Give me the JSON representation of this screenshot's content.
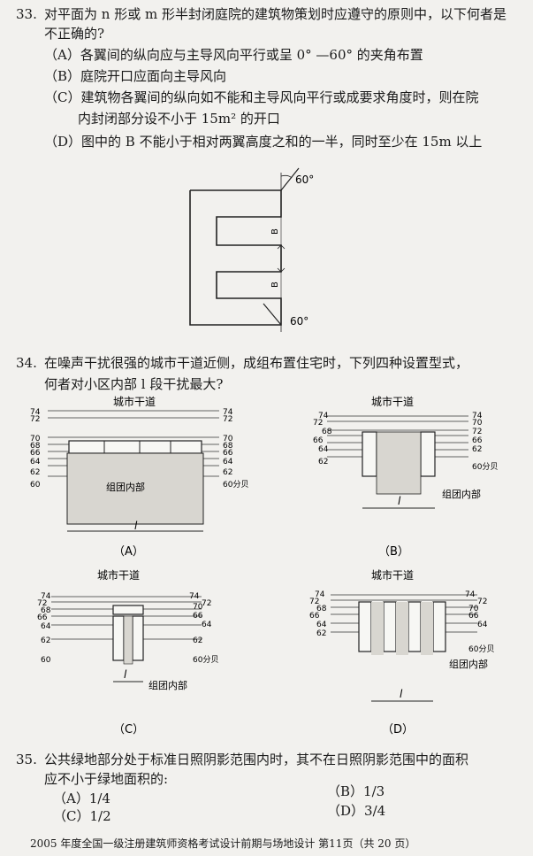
{
  "q33": {
    "num": "33.",
    "stem1": "对平面为 n 形或 m 形半封闭庭院的建筑物策划时应遵守的原则中，以下何者是",
    "stem2": "不正确的?",
    "a": "（A）各翼间的纵向应与主导风向平行或呈 0° —60° 的夹角布置",
    "b": "（B）庭院开口应面向主导风向",
    "c1": "（C）建筑物各翼间的纵向如不能和主导风向平行或成要求角度时，则在院",
    "c2": "内封闭部分设不小于 15m² 的开口",
    "d": "（D）图中的 B 不能小于相对两翼高度之和的一半，同时至少在 15m 以上",
    "angle_top": "60°",
    "angle_bottom": "60°",
    "b_label": "B"
  },
  "q34": {
    "num": "34.",
    "stem1": "在噪声干扰很强的城市干道近侧，成组布置住宅时，下列四种设置型式，",
    "stem2": "何者对小区内部 l 段干扰最大?",
    "road": "城市干道",
    "inside": "组团内部",
    "db": "60分贝",
    "l": "l",
    "levels": [
      "74",
      "72",
      "70",
      "68",
      "66",
      "64",
      "62",
      "60"
    ],
    "cap_a": "（A）",
    "cap_b": "（B）",
    "cap_c": "（C）",
    "cap_d": "（D）"
  },
  "q35": {
    "num": "35.",
    "stem1": "公共绿地部分处于标准日照阴影范围内时，其不在日照阴影范围中的面积",
    "stem2": "应不小于绿地面积的:",
    "a": "（A）1/4",
    "b": "（B）1/3",
    "c": "（C）1/2",
    "d": "（D）3/4"
  },
  "footer": "2005 年度全国一级注册建筑师资格考试设计前期与场地设计    第11页（共 20 页）"
}
